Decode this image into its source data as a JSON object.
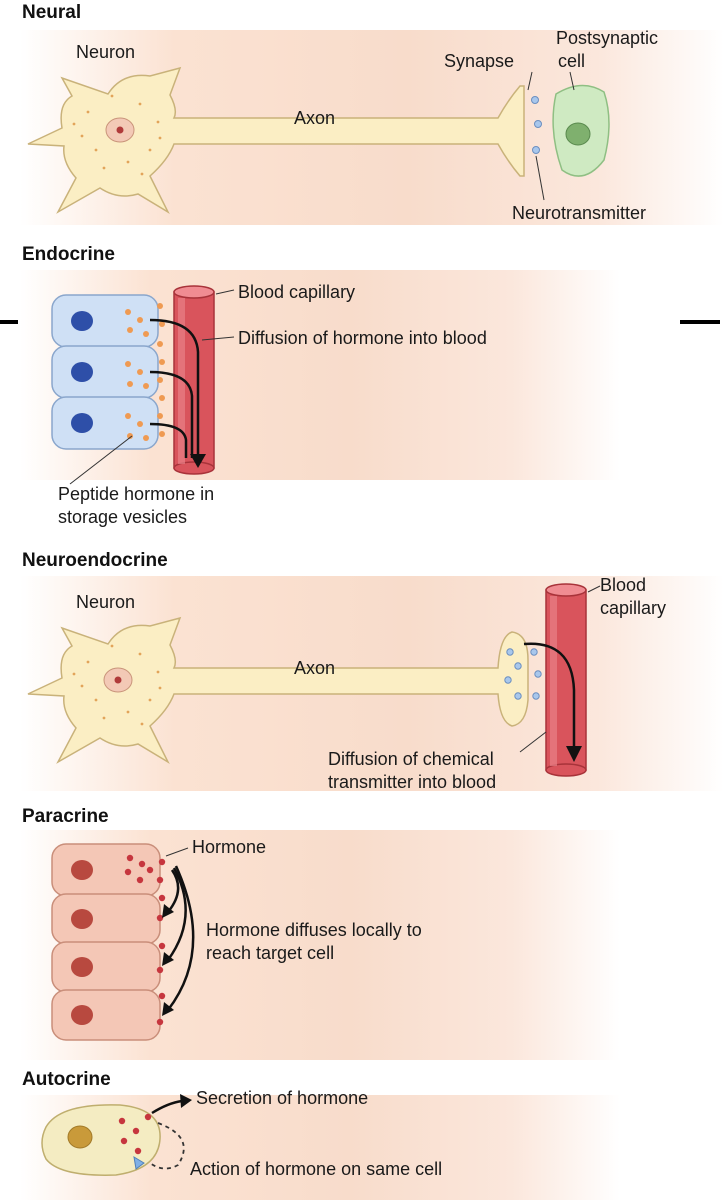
{
  "neural": {
    "heading": "Neural",
    "neuron": "Neuron",
    "axon": "Axon",
    "synapse": "Synapse",
    "postsynaptic_line1": "Postsynaptic",
    "postsynaptic_line2": "cell",
    "neurotransmitter": "Neurotransmitter"
  },
  "endocrine": {
    "heading": "Endocrine",
    "capillary": "Blood capillary",
    "diffusion": "Diffusion of hormone into blood",
    "peptide_line1": "Peptide hormone in",
    "peptide_line2": "storage vesicles"
  },
  "neuroendocrine": {
    "heading": "Neuroendocrine",
    "neuron": "Neuron",
    "axon": "Axon",
    "capillary_line1": "Blood",
    "capillary_line2": "capillary",
    "diffusion_line1": "Diffusion of chemical",
    "diffusion_line2": "transmitter into blood"
  },
  "paracrine": {
    "heading": "Paracrine",
    "hormone": "Hormone",
    "diffuses_line1": "Hormone diffuses locally to",
    "diffuses_line2": "reach target cell"
  },
  "autocrine": {
    "heading": "Autocrine",
    "secretion": "Secretion of hormone",
    "action": "Action of hormone on same cell"
  },
  "colors": {
    "neuron_fill": "#fbeec4",
    "neuron_stroke": "#c9b27a",
    "capillary": "#d9545c",
    "endocrine_cell": "#cfe0f5",
    "paracrine_cell": "#f4c7b6",
    "vesicle_orange": "#ef9a52",
    "vesicle_red": "#c6363e",
    "transmitter_blue": "#a8c7ec"
  }
}
